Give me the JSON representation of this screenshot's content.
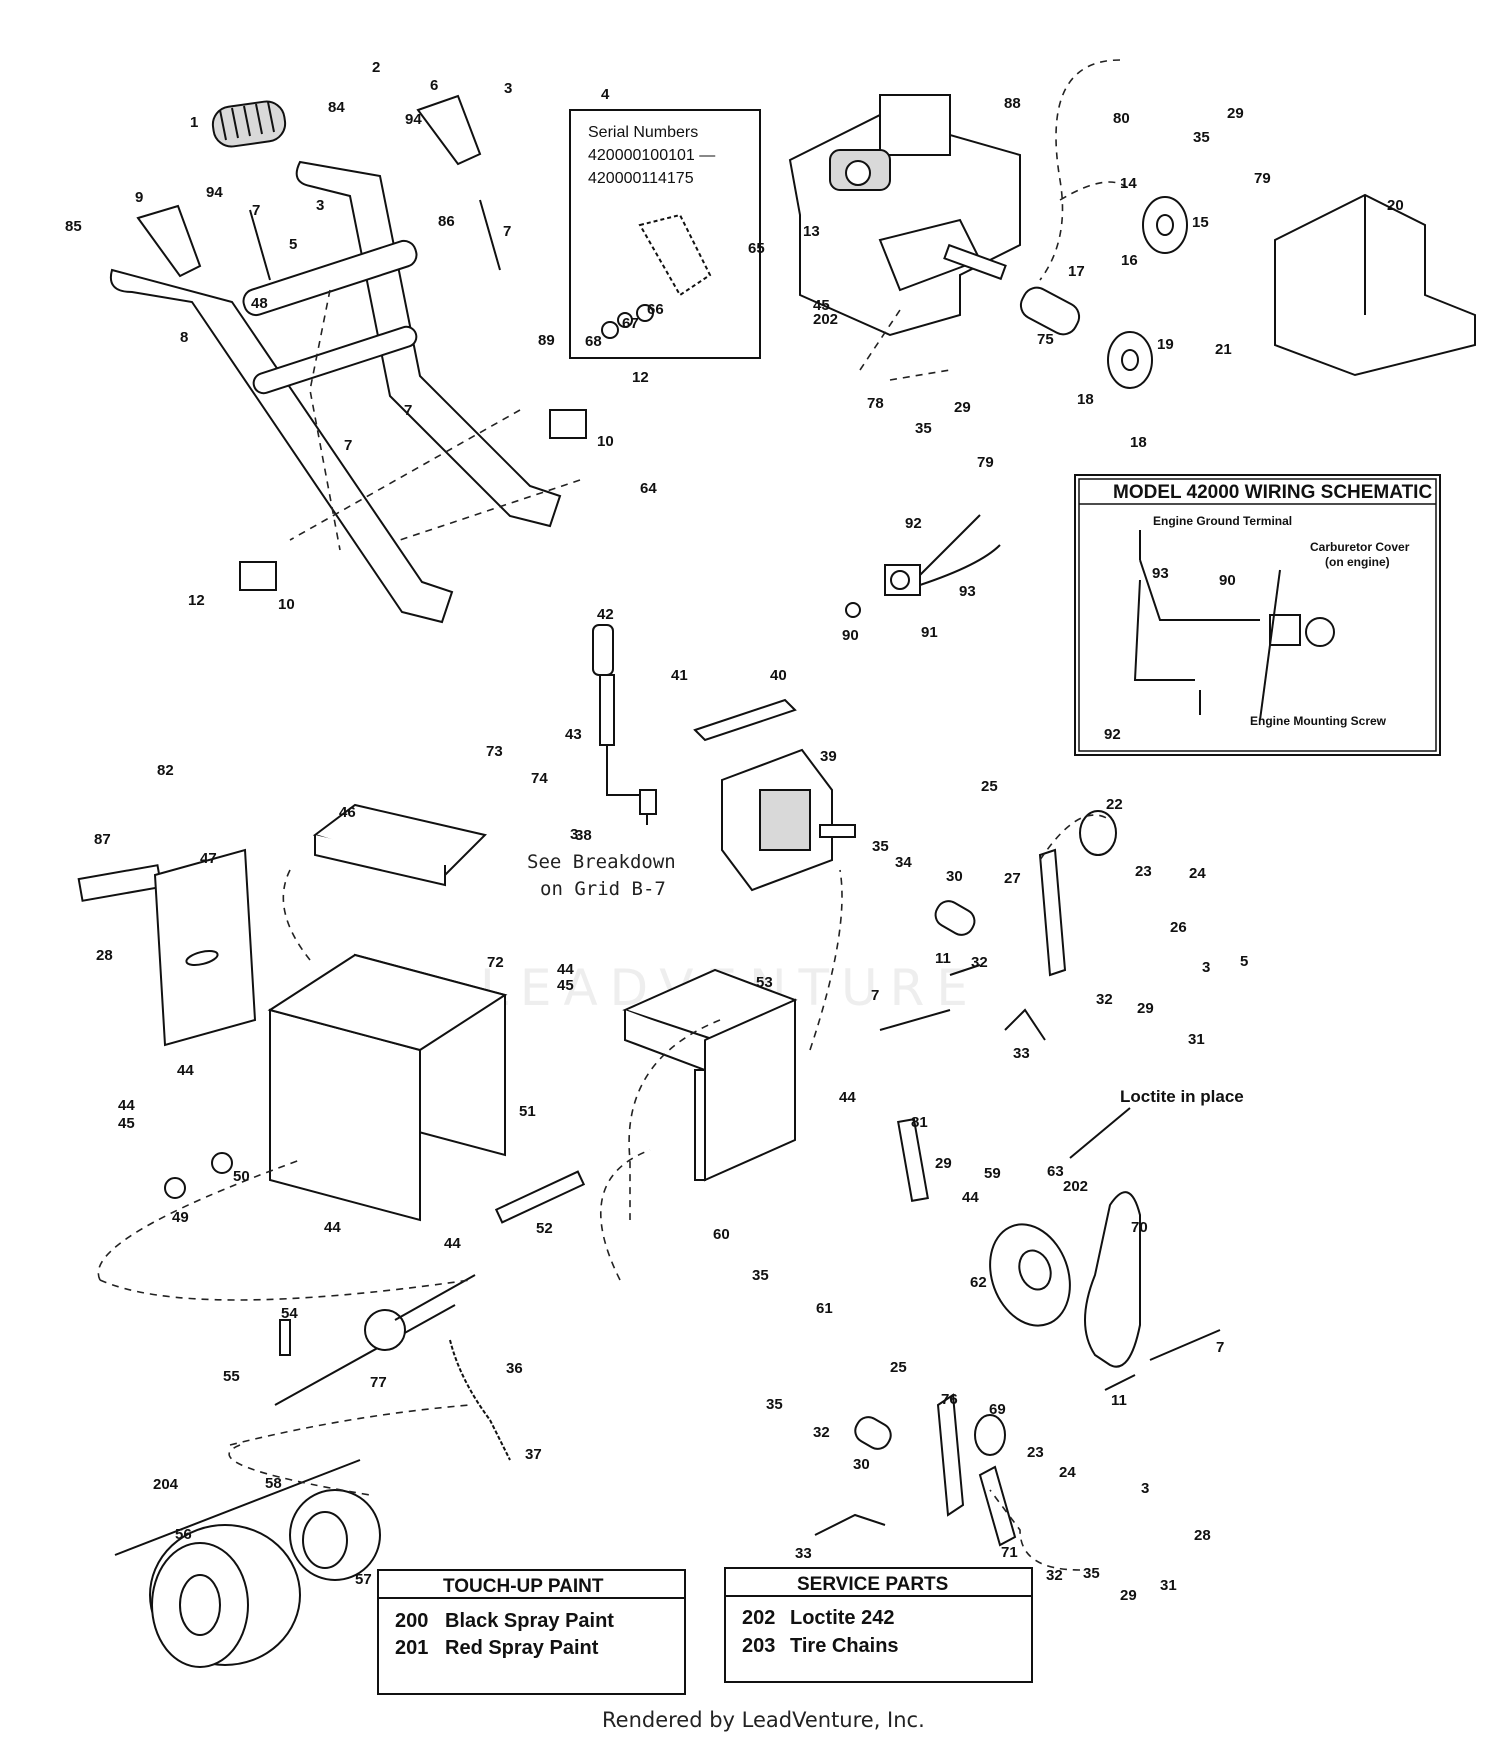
{
  "serial_box": {
    "title": "Serial Numbers",
    "line1": "420000100101 —",
    "line2": "420000114175"
  },
  "wiring": {
    "title": "MODEL 42000 WIRING SCHEMATIC",
    "ground": "Engine Ground Terminal",
    "carb1": "Carburetor Cover",
    "carb2": "(on engine)",
    "mount": "Engine Mounting Screw"
  },
  "breakdown": {
    "line1": "See Breakdown",
    "line2": "on Grid B-7"
  },
  "loctite_note": "Loctite in place",
  "touchup": {
    "title": "TOUCH-UP PAINT",
    "rows": [
      {
        "num": "200",
        "desc": "Black Spray Paint"
      },
      {
        "num": "201",
        "desc": "Red Spray Paint"
      }
    ]
  },
  "service": {
    "title": "SERVICE PARTS",
    "rows": [
      {
        "num": "202",
        "desc": "Loctite 242"
      },
      {
        "num": "203",
        "desc": "Tire Chains"
      }
    ]
  },
  "watermark": "LEADVENTURE",
  "footer": "Rendered by LeadVenture, Inc.",
  "callouts": [
    "1",
    "2",
    "6",
    "3",
    "4",
    "84",
    "94",
    "9",
    "94",
    "7",
    "3",
    "5",
    "86",
    "85",
    "7",
    "48",
    "8",
    "89",
    "12",
    "7",
    "10",
    "7",
    "64",
    "12",
    "10",
    "88",
    "80",
    "29",
    "35",
    "79",
    "14",
    "15",
    "16",
    "13",
    "20",
    "17",
    "45",
    "202",
    "75",
    "19",
    "21",
    "78",
    "29",
    "35",
    "79",
    "18",
    "18",
    "65",
    "66",
    "67",
    "68",
    "92",
    "93",
    "91",
    "90",
    "93",
    "90",
    "92",
    "42",
    "41",
    "40",
    "43",
    "73",
    "39",
    "74",
    "3",
    "38",
    "82",
    "46",
    "87",
    "47",
    "28",
    "72",
    "44",
    "45",
    "53",
    "51",
    "44",
    "44",
    "45",
    "49",
    "50",
    "44",
    "44",
    "52",
    "25",
    "22",
    "35",
    "34",
    "30",
    "23",
    "24",
    "27",
    "26",
    "32",
    "3",
    "5",
    "11",
    "7",
    "32",
    "29",
    "31",
    "33",
    "44",
    "81",
    "29",
    "59",
    "44",
    "63",
    "202",
    "70",
    "60",
    "35",
    "61",
    "62",
    "7",
    "11",
    "54",
    "55",
    "77",
    "36",
    "37",
    "25",
    "76",
    "69",
    "35",
    "32",
    "30",
    "23",
    "24",
    "3",
    "28",
    "71",
    "32",
    "35",
    "29",
    "31",
    "33",
    "204",
    "58",
    "56",
    "57"
  ]
}
